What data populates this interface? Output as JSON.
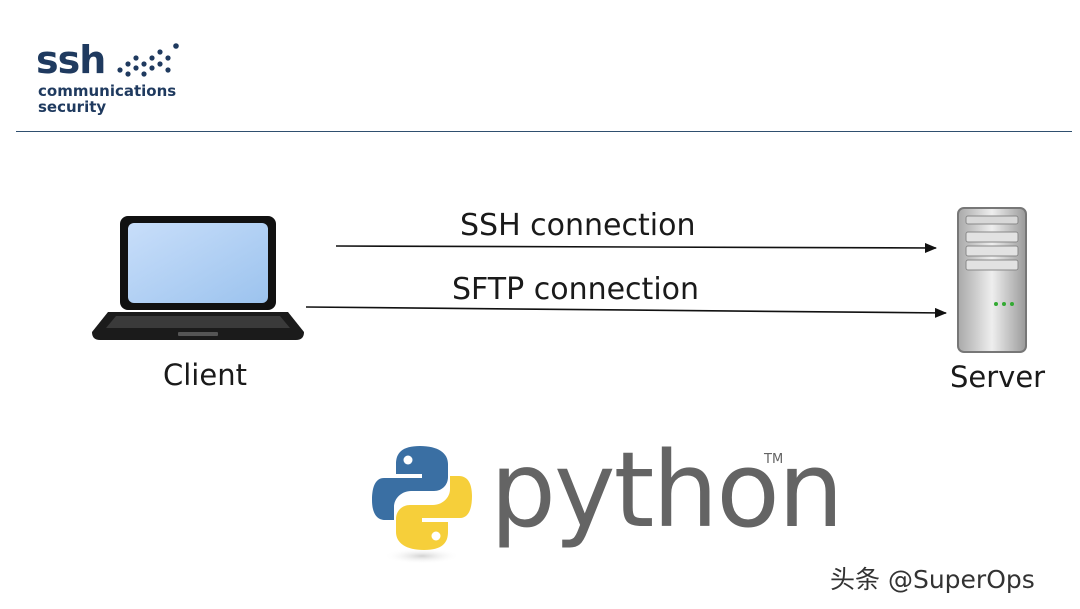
{
  "header": {
    "logo": {
      "brand": "ssh",
      "line1": "communications",
      "line2": "security",
      "color": "#1f3a5f"
    }
  },
  "diagram": {
    "client": {
      "label": "Client",
      "icon": "laptop-icon"
    },
    "server": {
      "label": "Server",
      "icon": "server-icon"
    },
    "connections": [
      {
        "label": "SSH connection",
        "direction": "client-to-server"
      },
      {
        "label": "SFTP connection",
        "direction": "client-to-server"
      }
    ]
  },
  "python_logo": {
    "wordmark": "python",
    "trademark": "TM",
    "colors": {
      "blue": "#3a6fa3",
      "yellow": "#f6cf3a",
      "text": "#646464"
    }
  },
  "watermark": {
    "text": "头条 @SuperOps"
  }
}
